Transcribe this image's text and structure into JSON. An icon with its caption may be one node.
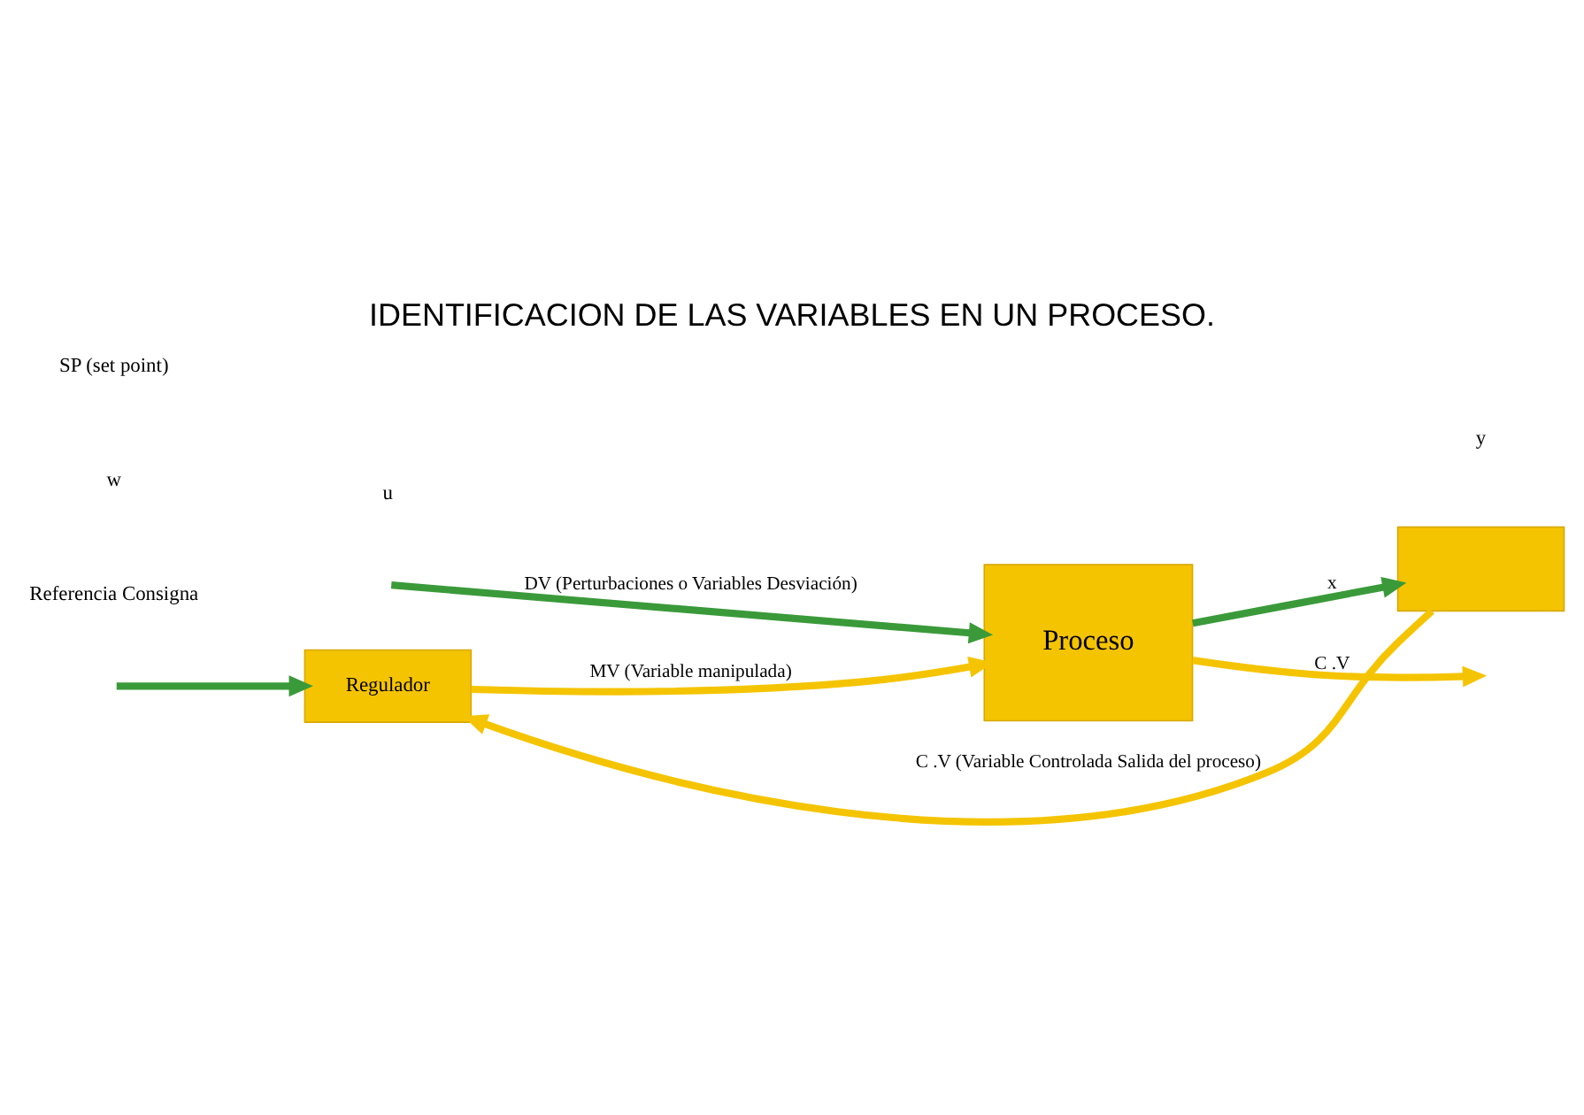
{
  "diagram": {
    "title": "IDENTIFICACION DE LAS VARIABLES EN UN PROCESO.",
    "nodes": [
      {
        "text": [
          "Regulador"
        ]
      },
      {
        "text": [
          "Proceso"
        ]
      },
      {
        "text": [],
        "shape": "box"
      }
    ],
    "edges": [
      {
        "from": null,
        "to": 0,
        "arrow": "to",
        "color": "#3a9a3a"
      },
      {
        "from": 0,
        "to": 1,
        "arrow": "to",
        "label": "MV (Variable manipulada)",
        "color": "#f5c400"
      },
      {
        "from": null,
        "to": 1,
        "arrow": "to",
        "label": "DV (Perturbaciones o Variables Desviación)",
        "color": "#3a9a3a"
      },
      {
        "from": 1,
        "to": null,
        "arrow": "to",
        "label": "C .V",
        "color": "#f5c400"
      },
      {
        "from": 1,
        "to": 2,
        "arrow": "to",
        "label": "x",
        "color": "#3a9a3a"
      },
      {
        "from": 2,
        "to": 0,
        "arrow": "to",
        "label": "C .V (Variable Controlada Salida del proceso)",
        "color": "#f5c400"
      }
    ],
    "labels": [
      "Referencia Consigna",
      "w",
      "SP (set point)",
      "u",
      "y"
    ]
  }
}
